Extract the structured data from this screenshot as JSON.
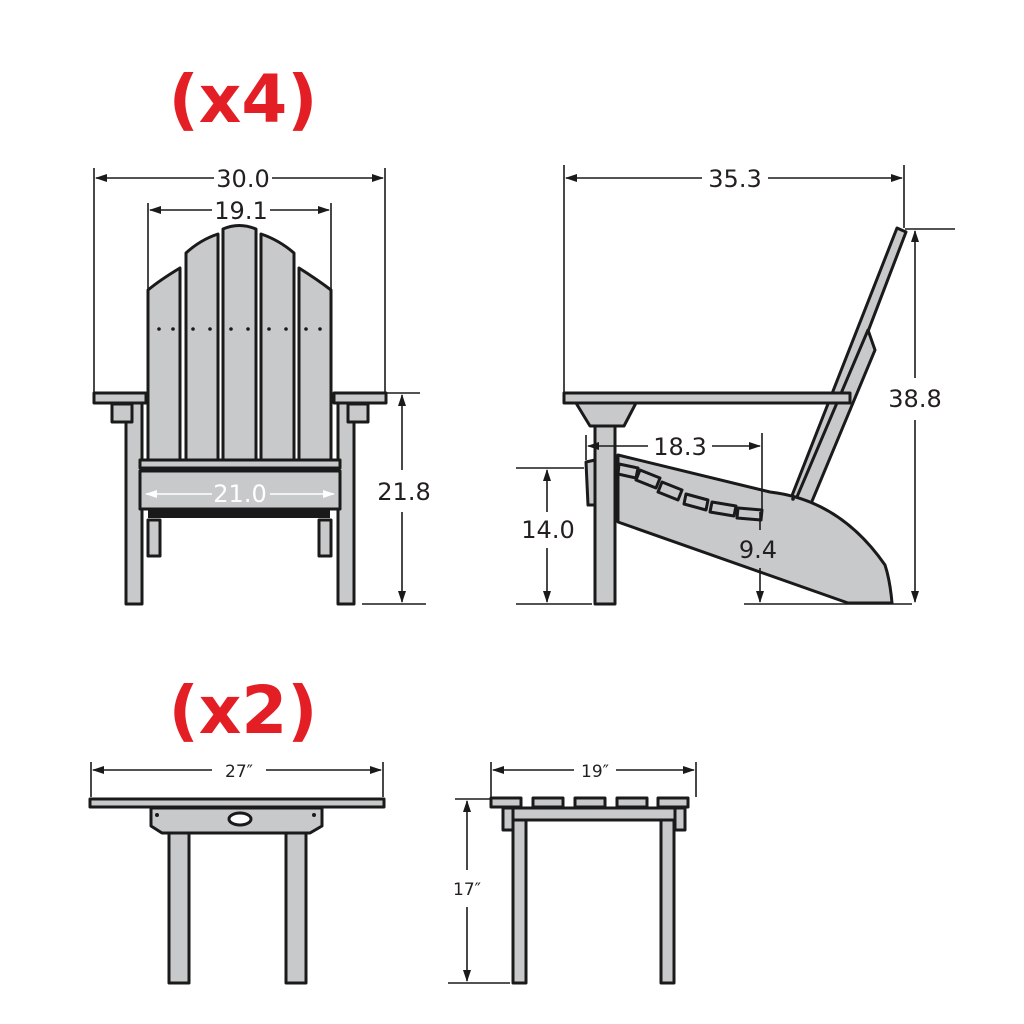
{
  "chairs": {
    "quantity_label": "(x4)",
    "front_view": {
      "overall_width": "30.0",
      "back_width": "19.1",
      "seat_width": "21.0",
      "arm_height": "21.8"
    },
    "side_view": {
      "overall_depth": "35.3",
      "overall_height": "38.8",
      "seat_depth": "18.3",
      "front_seat_height": "14.0",
      "rear_seat_height": "9.4"
    }
  },
  "tables": {
    "quantity_label": "(x2)",
    "front_view": {
      "width": "27″"
    },
    "side_view": {
      "depth": "19″",
      "height": "17″"
    }
  },
  "colors": {
    "quantity_red": "#e31e24",
    "part_fill": "#c8c9cb",
    "outline": "#1a1a1a"
  }
}
